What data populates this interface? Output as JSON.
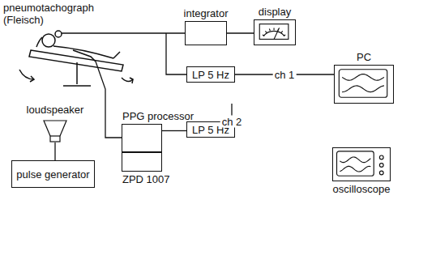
{
  "diagram": {
    "nodes": [
      {
        "text": [
          "integrator"
        ]
      },
      {
        "text": [
          "display"
        ]
      },
      {
        "text": [
          "LP 5 Hz"
        ]
      },
      {
        "text": [
          "PC"
        ]
      },
      {
        "text": [
          "loudspeaker"
        ]
      },
      {
        "text": [
          "PPG processor"
        ]
      },
      {
        "text": [
          "LP 5 Hz"
        ]
      },
      {
        "text": [
          "pulse generator"
        ]
      },
      {
        "text": [
          "ZPD 1007"
        ]
      },
      {
        "text": [
          "oscilloscope"
        ]
      }
    ],
    "edges": [
      {
        "from": 0,
        "to": 1,
        "arrow": "none"
      },
      {
        "from": 2,
        "to": 3,
        "label": "ch 1",
        "arrow": "none"
      },
      {
        "from": 5,
        "to": 6,
        "arrow": "none"
      },
      {
        "from": 6,
        "to": 3,
        "label": "ch 2",
        "arrow": "none"
      },
      {
        "from": 7,
        "to": 4,
        "arrow": "none"
      }
    ],
    "labels": [
      "pneumotachograph (Fleisch)"
    ]
  }
}
